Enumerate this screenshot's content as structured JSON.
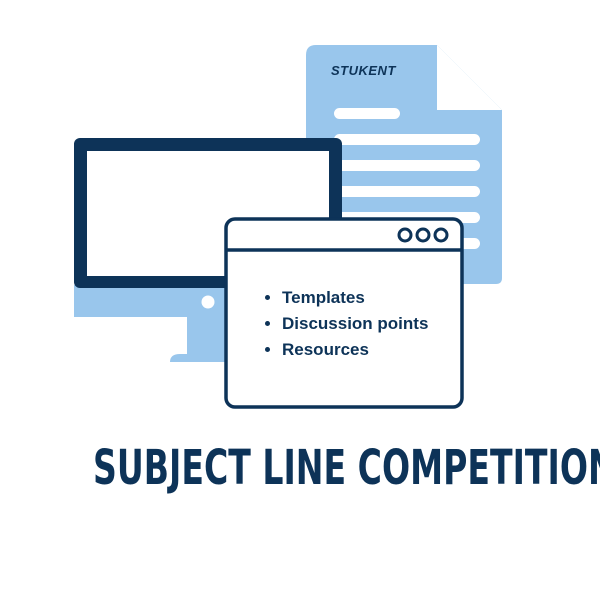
{
  "document": {
    "logo_text": "STUKENT"
  },
  "browser_window": {
    "bullets": [
      "Templates",
      "Discussion points",
      "Resources"
    ]
  },
  "title": "SUBJECT LINE COMPETITION",
  "colors": {
    "navy": "#0d3358",
    "light_blue": "#99c6ec",
    "white": "#ffffff"
  },
  "icons": [
    "document-icon",
    "monitor-icon",
    "browser-window-icon"
  ]
}
